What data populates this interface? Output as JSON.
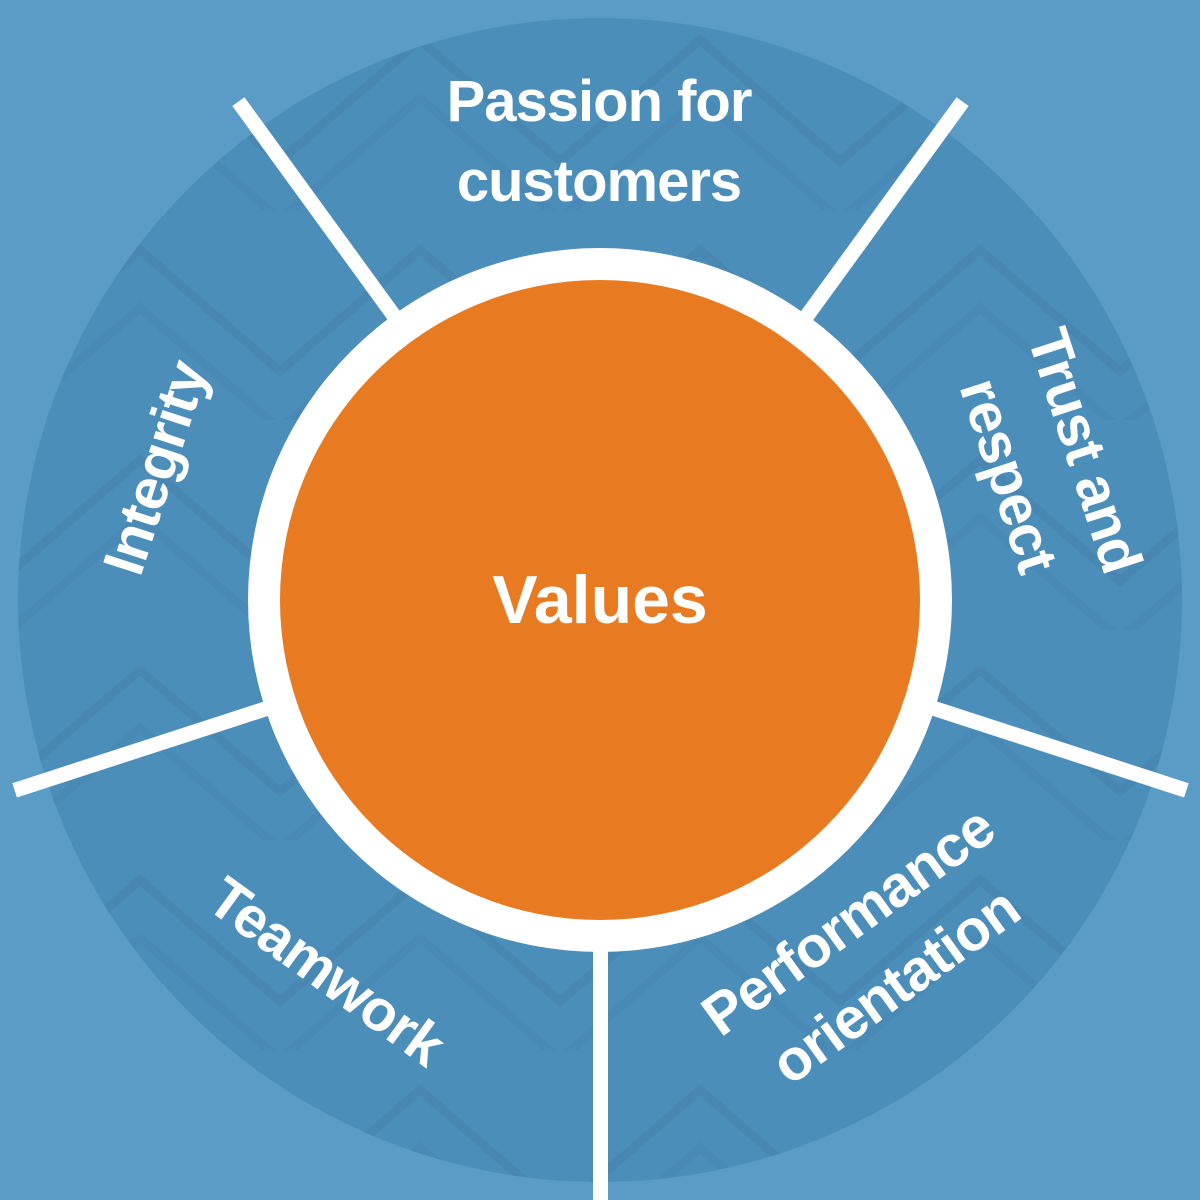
{
  "diagram": {
    "center_label": "Values",
    "colors": {
      "background": "#5B9CC6",
      "wheel": "#4C8EBA",
      "core": "#E87A22",
      "divider": "#FFFFFF",
      "label": "#FFFFFF"
    },
    "segments": [
      {
        "name": "passion-for-customers",
        "lines": [
          "Passion for",
          "customers"
        ]
      },
      {
        "name": "trust-and-respect",
        "lines": [
          "Trust and",
          "respect"
        ]
      },
      {
        "name": "performance-orientation",
        "lines": [
          "Performance",
          "orientation"
        ]
      },
      {
        "name": "teamwork",
        "lines": [
          "Teamwork"
        ]
      },
      {
        "name": "integrity",
        "lines": [
          "Integrity"
        ]
      }
    ]
  }
}
